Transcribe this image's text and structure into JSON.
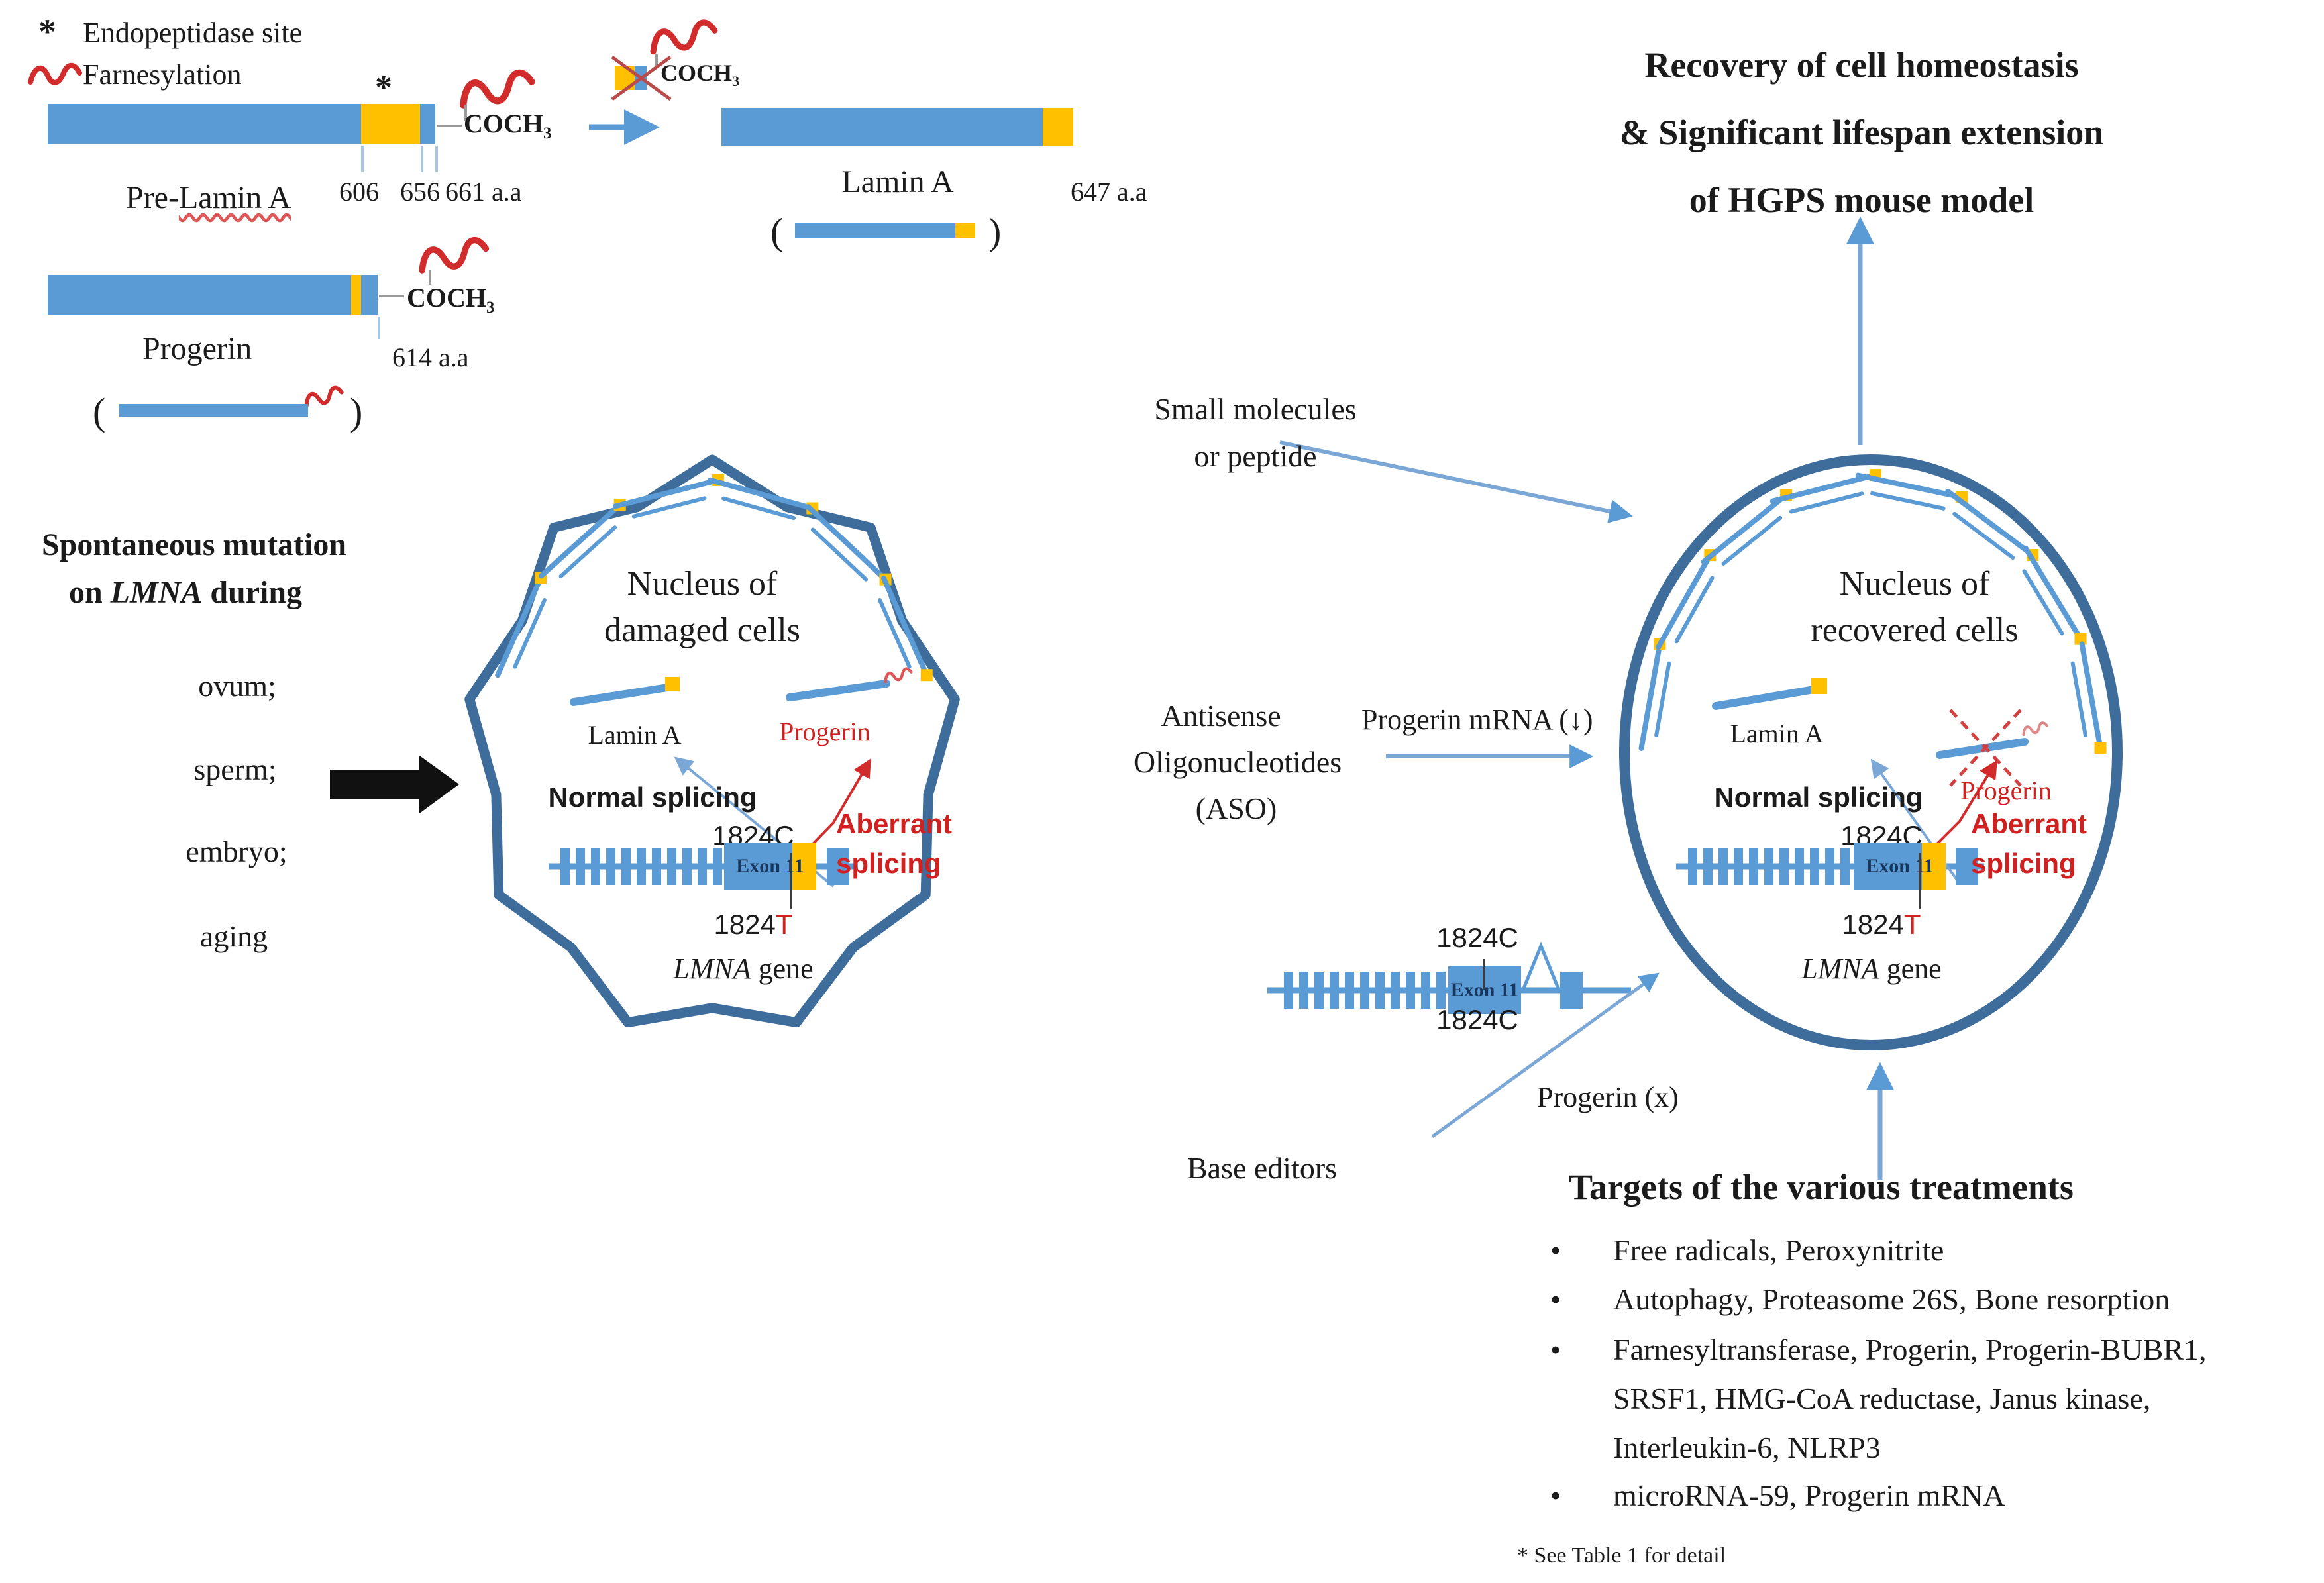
{
  "colors": {
    "bar_blue": "#5b9bd5",
    "highlight_yellow": "#ffc000",
    "nucleus_outline": "#3e6d9c",
    "red_accent": "#d02020",
    "arrow_blue": "#7ba7d7"
  },
  "legend": {
    "endo_symbol": "*",
    "endopeptidase": "Endopeptidase site",
    "farnesylation": "Farnesylation"
  },
  "prelamin": {
    "label_pre": "Pre-",
    "label_wavy": "Lamin A",
    "asterisk": "*",
    "coch": "COCH",
    "coch_sub": "3",
    "n606": "606",
    "n656": "656",
    "n661": "661 a.a"
  },
  "lamin": {
    "label": "Lamin A",
    "aa": "647 a.a",
    "coch": "COCH",
    "coch_sub": "3",
    "paren_open": "(",
    "paren_close": ")"
  },
  "progerin": {
    "label": "Progerin",
    "aa": "614 a.a",
    "coch": "COCH",
    "coch_sub": "3",
    "paren_open": "(",
    "paren_close": ")"
  },
  "mutation": {
    "line1": "Spontaneous mutation",
    "line2_pre": "on ",
    "line2_gene": "LMNA",
    "line2_post": " during",
    "items": [
      "ovum;",
      "sperm;",
      "embryo;",
      "aging"
    ]
  },
  "damaged": {
    "title1": "Nucleus of",
    "title2": "damaged cells",
    "lamin": "Lamin A",
    "progerin": "Progerin",
    "normal": "Normal splicing",
    "aberrant1": "Aberrant",
    "aberrant2": "splicing",
    "c": "1824C",
    "t_pre": "1824",
    "t_red": "T",
    "exon": "Exon 11",
    "gene_italic": "LMNA",
    "gene_rest": " gene"
  },
  "recovered": {
    "title1": "Nucleus of",
    "title2": "recovered cells",
    "lamin": "Lamin A",
    "progerin": "Progerin",
    "normal": "Normal splicing",
    "aberrant1": "Aberrant",
    "aberrant2": "splicing",
    "c": "1824C",
    "t_pre": "1824",
    "t_red": "T",
    "exon": "Exon 11",
    "gene_italic": "LMNA",
    "gene_rest": " gene"
  },
  "treat": {
    "small1": "Small molecules",
    "small2": "or peptide",
    "aso1": "Antisense",
    "aso2": "Oligonucleotides",
    "aso3": "(ASO)",
    "mrna": "Progerin mRNA (↓)",
    "base": "Base editors",
    "progx": "Progerin (x)",
    "g2_c_top": "1824C",
    "g2_c_bottom": "1824C",
    "g2_exon": "Exon 11"
  },
  "recovery": {
    "line1": "Recovery of cell homeostasis",
    "line2": "& Significant lifespan extension",
    "line3": "of HGPS mouse model"
  },
  "targets": {
    "heading": "Targets of the various treatments",
    "bullets": [
      {
        "dot": "•",
        "text": "Free radicals, Peroxynitrite"
      },
      {
        "dot": "•",
        "text": "Autophagy, Proteasome 26S, Bone resorption"
      },
      {
        "dot": "•",
        "text": "Farnesyltransferase, Progerin, Progerin-BUBR1,"
      },
      {
        "dot": "",
        "text": "SRSF1, HMG-CoA reductase, Janus kinase,"
      },
      {
        "dot": "",
        "text": "Interleukin-6, NLRP3"
      },
      {
        "dot": "•",
        "text": "microRNA-59, Progerin mRNA"
      }
    ],
    "footnote": "* See Table 1 for detail"
  }
}
